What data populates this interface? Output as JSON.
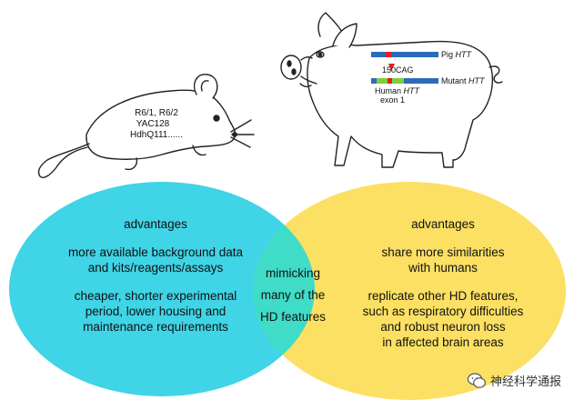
{
  "mouse": {
    "models": [
      "R6/1, R6/2",
      "YAC128",
      "HdhQ111......"
    ]
  },
  "pig": {
    "gene_labels": {
      "pig_prefix": "Pig ",
      "gene_name": "HTT",
      "cag_label": "150CAG",
      "mutant_prefix": "Mutant ",
      "human_prefix": "Human ",
      "exon_label": "exon 1"
    }
  },
  "venn": {
    "left": {
      "heading": "advantages",
      "lines_1": [
        "more available background data",
        "and kits/reagents/assays"
      ],
      "lines_2": [
        "cheaper, shorter experimental",
        "period, lower housing and",
        "maintenance requirements"
      ],
      "color": "#3fd4e6"
    },
    "middle": {
      "lines": [
        "mimicking",
        "many of the",
        "HD features"
      ],
      "color": "#3fdcc8"
    },
    "right": {
      "heading": "advantages",
      "lines_1": [
        "share more similarities",
        "with humans"
      ],
      "lines_2": [
        "replicate other HD features,",
        "such as respiratory difficulties",
        "and robust neuron loss",
        "in affected brain areas"
      ],
      "color": "#fbe063"
    }
  },
  "gene_colors": {
    "pig": "#2b6cb8",
    "human": "#7ccf3a",
    "cag": "#e02020"
  },
  "watermark": {
    "text": "神经科学通报",
    "icon": "wechat-icon"
  }
}
